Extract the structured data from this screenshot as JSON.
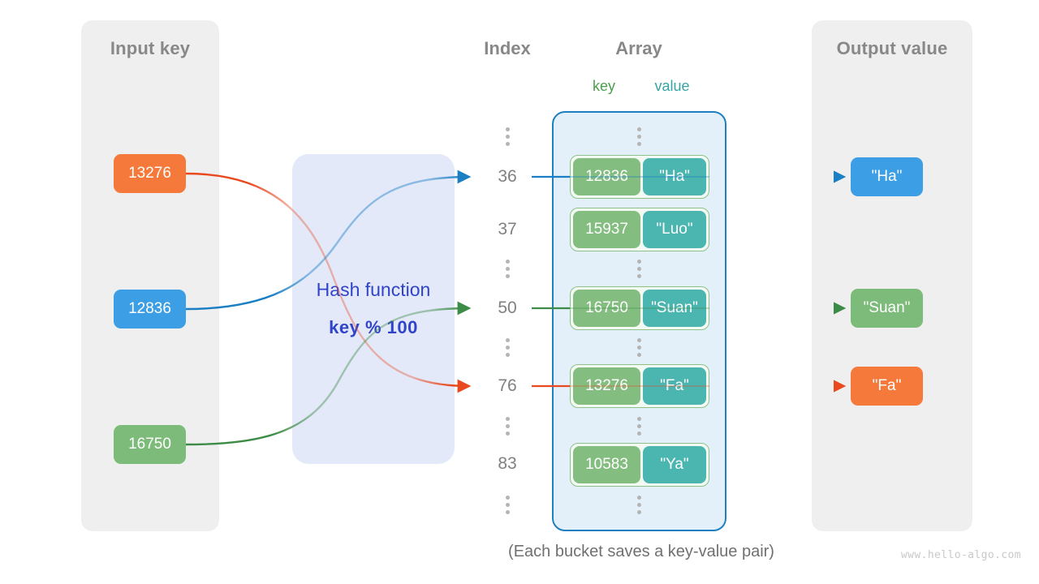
{
  "panels": {
    "input": {
      "title": "Input key"
    },
    "output": {
      "title": "Output value"
    }
  },
  "columns": {
    "index_header": "Index",
    "array_header": "Array",
    "key_header": "key",
    "value_header": "value"
  },
  "hash_function": {
    "title": "Hash function",
    "expression": "key % 100"
  },
  "input_keys": [
    {
      "label": "13276",
      "color": "#f4793b"
    },
    {
      "label": "12836",
      "color": "#3c9ee5"
    },
    {
      "label": "16750",
      "color": "#7cbb79"
    }
  ],
  "output_values": [
    {
      "label": "\"Ha\"",
      "color": "#3c9ee5"
    },
    {
      "label": "\"Suan\"",
      "color": "#7cbb79"
    },
    {
      "label": "\"Fa\"",
      "color": "#f4793b"
    }
  ],
  "index_labels": [
    "36",
    "37",
    "50",
    "76",
    "83"
  ],
  "buckets": [
    {
      "index": "36",
      "key": "12836",
      "value": "\"Ha\""
    },
    {
      "index": "37",
      "key": "15937",
      "value": "\"Luo\""
    },
    {
      "index": "50",
      "key": "16750",
      "value": "\"Suan\""
    },
    {
      "index": "76",
      "key": "13276",
      "value": "\"Fa\""
    },
    {
      "index": "83",
      "key": "10583",
      "value": "\"Ya\""
    }
  ],
  "mappings": [
    {
      "input": "13276",
      "index": "76",
      "output": "\"Fa\"",
      "color": "#e8491f"
    },
    {
      "input": "12836",
      "index": "36",
      "output": "\"Ha\"",
      "color": "#1b7fc4"
    },
    {
      "input": "16750",
      "index": "50",
      "output": "\"Suan\"",
      "color": "#3c8b46"
    }
  ],
  "caption": "(Each bucket saves a key-value pair)",
  "watermark": "www.hello-algo.com",
  "colors": {
    "panel_bg": "#efefef",
    "array_bg": "#e3f0fa",
    "array_border": "#1e7fc2",
    "hash_bg": "#e4e9fa",
    "hash_text": "#2f44c9",
    "key_cell": "#84bd80",
    "value_cell": "#4bb5b0",
    "heading": "#888888"
  }
}
